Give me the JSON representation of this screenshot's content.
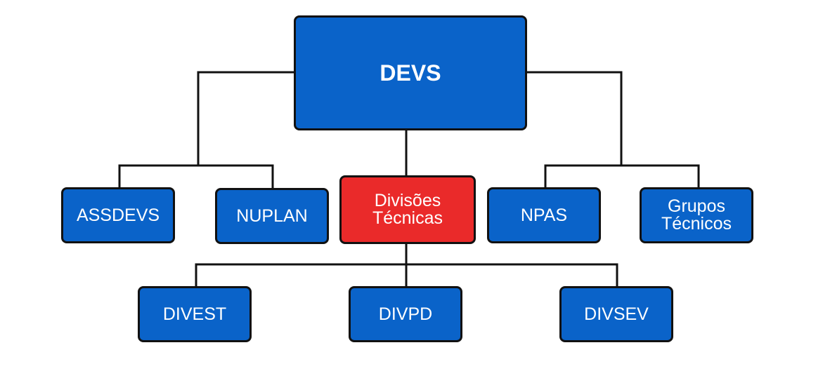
{
  "org_chart": {
    "root": {
      "label": "DEVS"
    },
    "level2": [
      {
        "id": "assdevs",
        "label": "ASSDEVS"
      },
      {
        "id": "nuplan",
        "label": "NUPLAN"
      },
      {
        "id": "divisoes_tecnicas",
        "label": "Divisões\nTécnicas",
        "highlighted": true
      },
      {
        "id": "npas",
        "label": "NPAS"
      },
      {
        "id": "grupos_tecnicos",
        "label": "Grupos\nTécnicos"
      }
    ],
    "level3": [
      {
        "id": "divest",
        "label": "DIVEST"
      },
      {
        "id": "divpd",
        "label": "DIVPD"
      },
      {
        "id": "divsev",
        "label": "DIVSEV"
      }
    ],
    "colors": {
      "node": "#0a63c9",
      "highlight": "#ea2a2a",
      "border": "#111111",
      "text": "#ffffff"
    }
  }
}
